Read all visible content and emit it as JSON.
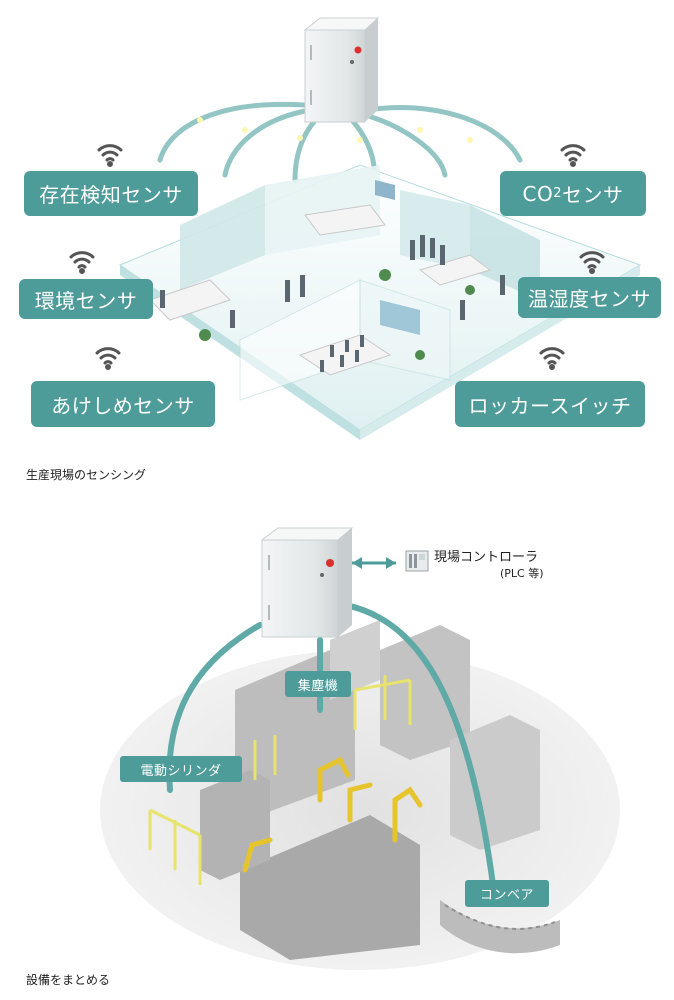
{
  "top": {
    "sensors": {
      "presence": "存在検知センサ",
      "co2_prefix": "CO",
      "co2_sub": "2",
      "co2_suffix": "センサ",
      "environment": "環境センサ",
      "temp_humidity": "温湿度センサ",
      "open_close": "あけしめセンサ",
      "rocker_switch": "ロッカースイッチ"
    },
    "caption": "生産現場のセンシング"
  },
  "bottom": {
    "plc_label": "現場コントローラ",
    "plc_sub": "(PLC 等)",
    "equipment": {
      "dust_collector": "集塵機",
      "electric_cylinder": "電動シリンダ",
      "conveyor": "コンベア"
    },
    "caption": "設備をまとめる"
  },
  "colors": {
    "label_bg": "#4e9c9a",
    "arc": "#5fa9a6",
    "wifi": "#555555",
    "box": "#e7eaeb",
    "led": "#d9302c"
  }
}
